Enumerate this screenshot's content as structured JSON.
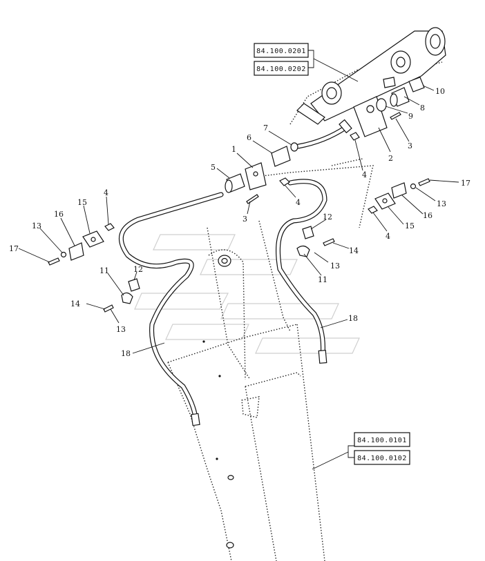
{
  "diagram": {
    "type": "exploded parts view — hydraulic hose routing on loader boom",
    "references": {
      "top": [
        "84.100.0201",
        "84.100.0202"
      ],
      "bottom": [
        "84.100.0101",
        "84.100.0102"
      ]
    },
    "callouts": {
      "c1": "1",
      "c2": "2",
      "c3a": "3",
      "c3b": "3",
      "c4a": "4",
      "c4b": "4",
      "c4c": "4",
      "c4d": "4",
      "c5": "5",
      "c6": "6",
      "c7": "7",
      "c8": "8",
      "c9": "9",
      "c10": "10",
      "c11a": "11",
      "c11b": "11",
      "c12a": "12",
      "c12b": "12",
      "c13a": "13",
      "c13b": "13",
      "c13c": "13",
      "c13d": "13",
      "c14a": "14",
      "c14b": "14",
      "c15a": "15",
      "c15b": "15",
      "c16a": "16",
      "c16b": "16",
      "c17a": "17",
      "c17b": "17",
      "c18a": "18",
      "c18b": "18"
    },
    "colors": {
      "ink": "#111111",
      "watermark": "#cfcfcf",
      "background": "#ffffff"
    }
  }
}
